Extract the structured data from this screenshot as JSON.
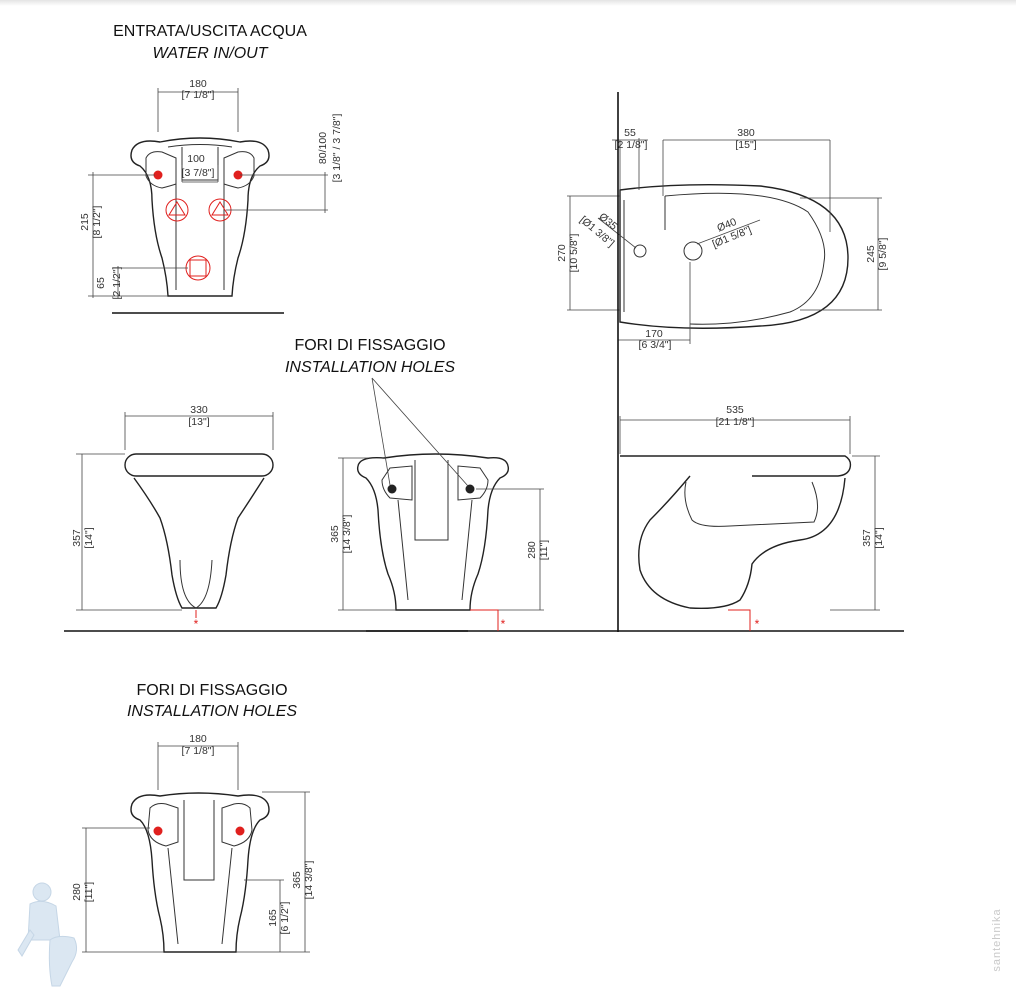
{
  "titles": {
    "water_it": "ENTRATA/USCITA ACQUA",
    "water_en": "WATER IN/OUT",
    "holes_it": "FORI DI FISSAGGIO",
    "holes_en": "INSTALLATION HOLES",
    "holes2_it": "FORI DI FISSAGGIO",
    "holes2_en": "INSTALLATION HOLES"
  },
  "dims": {
    "w180": "180",
    "w180_in": "[7 1/8\"]",
    "d100": "100",
    "d100_in": "[3 7/8\"]",
    "d80": "80/100",
    "d80_in": "[3 1/8\" / 3 7/8\"]",
    "d215": "215",
    "d215_in": "[8 1/2\"]",
    "d65": "65",
    "d65_in": "[2 1/2\"]",
    "d55": "55",
    "d55_in": "[2 1/8\"]",
    "d380": "380",
    "d380_in": "[15\"]",
    "d270": "270",
    "d270_in": "[10 5/8\"]",
    "d35": "Ø35",
    "d35_in": "[Ø1 3/8\"]",
    "d40": "Ø40",
    "d40_in": "[Ø1 5/8\"]",
    "d245": "245",
    "d245_in": "[9 5/8\"]",
    "d170": "170",
    "d170_in": "[6 3/4\"]",
    "d330": "330",
    "d330_in": "[13\"]",
    "d357": "357",
    "d357_in": "[14\"]",
    "d365": "365",
    "d365_in": "[14 3/8\"]",
    "d280": "280",
    "d280_in": "[11\"]",
    "d535": "535",
    "d535_in": "[21 1/8\"]",
    "d357b": "357",
    "d357b_in": "[14\"]",
    "b180": "180",
    "b180_in": "[7 1/8\"]",
    "b280": "280",
    "b280_in": "[11\"]",
    "b365": "365",
    "b365_in": "[14 3/8\"]",
    "b165": "165",
    "b165_in": "[6 1/2\"]"
  },
  "marks": {
    "star": "*"
  },
  "watermark": "santehnika",
  "colors": {
    "line": "#222222",
    "red": "#e0201e"
  },
  "icons": {
    "mascot": "plumber-mascot-icon",
    "supply": "water-inlet-triangle",
    "drain": "water-outlet-square"
  }
}
